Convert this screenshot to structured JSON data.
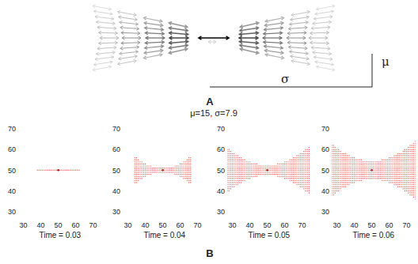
{
  "diagram": {
    "labels": [
      "μ",
      "σ",
      "A",
      "μ=15, σ=7.9",
      "70",
      "60",
      "50",
      "40",
      "30",
      "30",
      "40",
      "50",
      "60",
      "70",
      "Time = 0.03",
      "70",
      "60",
      "50",
      "40",
      "30",
      "30",
      "40",
      "50",
      "60",
      "70",
      "Time = 0.04",
      "70",
      "60",
      "50",
      "40",
      "30",
      "30",
      "40",
      "50",
      "60",
      "70",
      "Time = 0.05",
      "70",
      "60",
      "50",
      "40",
      "30",
      "30",
      "40",
      "50",
      "60",
      "70",
      "Time = 0.06",
      "B"
    ]
  }
}
